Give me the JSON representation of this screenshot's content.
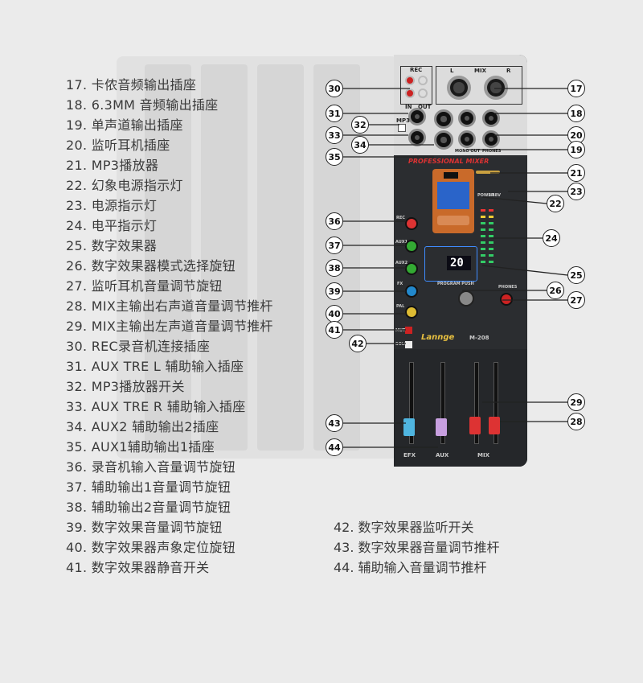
{
  "legend_left": [
    "17. 卡侬音频输出插座",
    "18. 6.3MM 音频输出插座",
    "19. 单声道输出插座",
    "20. 监听耳机插座",
    "21. MP3播放器",
    "22. 幻象电源指示灯",
    "23. 电源指示灯",
    "24. 电平指示灯",
    "25. 数字效果器",
    "26. 数字效果器模式选择旋钮",
    "27. 监听耳机音量调节旋钮",
    "28. MIX主输出右声道音量调节推杆",
    "29. MIX主输出左声道音量调节推杆",
    "30. REC录音机连接插座",
    "31. AUX TRE L 辅助输入插座",
    "32. MP3播放器开关",
    "33. AUX TRE R 辅助输入插座",
    "34. AUX2 辅助输出2插座",
    "35. AUX1辅助输出1插座",
    "36. 录音机输入音量调节旋钮",
    "37. 辅助输出1音量调节旋钮",
    "38. 辅助输出2音量调节旋钮",
    "39. 数字效果音量调节旋钮",
    "40. 数字效果器声象定位旋钮",
    "41. 数字效果器静音开关"
  ],
  "legend_right": [
    "42. 数字效果器监听开关",
    "43. 数字效果器音量调节推杆",
    "44. 辅助输入音量调节推杆"
  ],
  "callouts": [
    "30",
    "17",
    "31",
    "32",
    "18",
    "33",
    "20",
    "34",
    "19",
    "35",
    "21",
    "23",
    "22",
    "36",
    "24",
    "37",
    "38",
    "25",
    "39",
    "26",
    "27",
    "40",
    "41",
    "42",
    "29",
    "43",
    "28",
    "44"
  ],
  "mixer": {
    "rec_label": "REC",
    "mix_label": "MIX",
    "l_label": "L",
    "r_label": "R",
    "in_label": "IN",
    "out_label": "OUT",
    "mp3_label": "MP3",
    "brand_text": "PROFESSIONAL MIXER",
    "logo": "Lannge",
    "model": "M-208",
    "phones_label": "PHONES",
    "mono_out_label": "MONO OUT",
    "effect_display": "20",
    "aux_label": "AUX",
    "mix_fader_label": "MIX",
    "efx_label": "EFX",
    "program_label": "PROGRAM PUSH",
    "rec_knob": "REC",
    "aux1_knob": "AUX1",
    "aux2_knob": "AUX2",
    "fx_knob": "FX",
    "pal_knob": "PAL",
    "mute_label": "MUTE",
    "solo_label": "SOLO",
    "power_label": "POWER",
    "phantom_label": "+48V"
  }
}
